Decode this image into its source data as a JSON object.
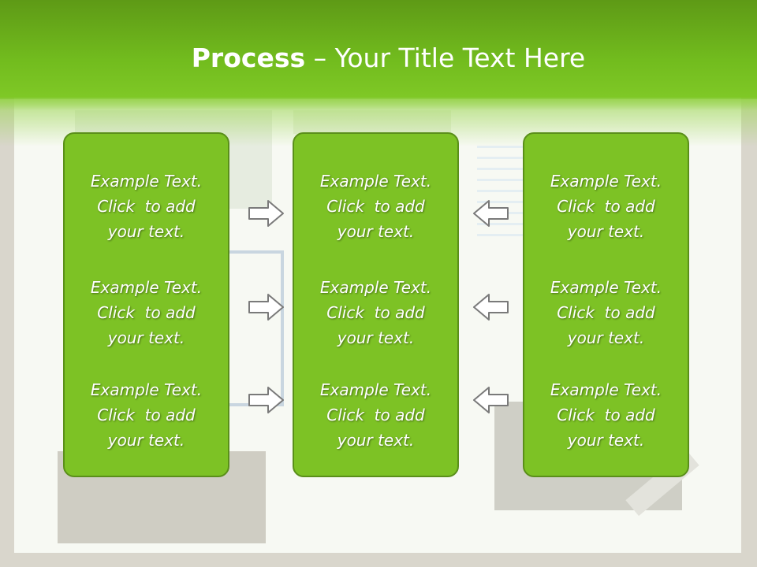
{
  "title": {
    "bold": "Process",
    "rest": " – Your Title Text Here"
  },
  "columns": [
    {
      "items": [
        {
          "line1": "Example Text.",
          "line2": "Click  to add",
          "line3": "your text."
        },
        {
          "line1": "Example Text.",
          "line2": "Click  to add",
          "line3": "your text."
        },
        {
          "line1": "Example Text.",
          "line2": "Click  to add",
          "line3": "your text."
        }
      ]
    },
    {
      "items": [
        {
          "line1": "Example Text.",
          "line2": "Click  to add",
          "line3": "your text."
        },
        {
          "line1": "Example Text.",
          "line2": "Click  to add",
          "line3": "your text."
        },
        {
          "line1": "Example Text.",
          "line2": "Click  to add",
          "line3": "your text."
        }
      ]
    },
    {
      "items": [
        {
          "line1": "Example Text.",
          "line2": "Click  to add",
          "line3": "your text."
        },
        {
          "line1": "Example Text.",
          "line2": "Click  to add",
          "line3": "your text."
        },
        {
          "line1": "Example Text.",
          "line2": "Click  to add",
          "line3": "your text."
        }
      ]
    }
  ],
  "arrows": {
    "left_side": "arrow-right-icon",
    "right_side": "arrow-left-icon"
  },
  "colors": {
    "header": "#72bc1e",
    "box_fill": "#7dc225",
    "box_border": "#5a8f1a",
    "text": "#ffffff"
  }
}
